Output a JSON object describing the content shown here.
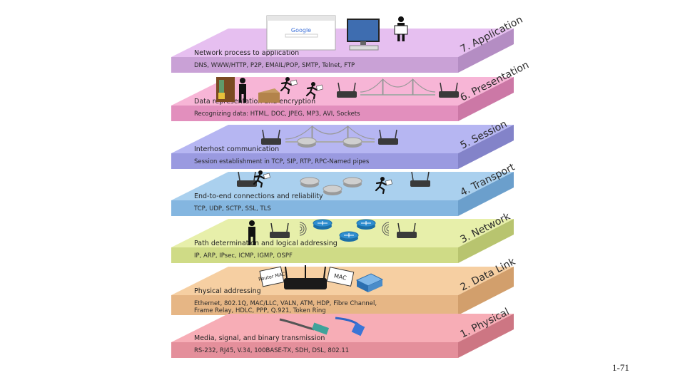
{
  "layers": [
    {
      "name": "7. Application",
      "title": "Network process to application",
      "protocols": [
        "DNS, WWW/HTTP, P2P, EMAIL/POP, SMTP, Telnet, FTP"
      ],
      "colors": {
        "top": "#e6bff0",
        "front": "#c9a1d6",
        "side": "#b48dc3"
      }
    },
    {
      "name": "6. Presentation",
      "title": "Data representation and encryption",
      "protocols": [
        "Recognizing data: HTML, DOC, JPEG, MP3, AVI, Sockets"
      ],
      "colors": {
        "top": "#f7b5d6",
        "front": "#e28fbd",
        "side": "#cc78a6"
      }
    },
    {
      "name": "5. Session",
      "title": "Interhost communication",
      "protocols": [
        "Session establishment in TCP, SIP, RTP, RPC-Named pipes"
      ],
      "colors": {
        "top": "#b6b6f2",
        "front": "#9a9ae0",
        "side": "#8383c9"
      }
    },
    {
      "name": "4. Transport",
      "title": "End-to-end connections and reliability",
      "protocols": [
        "TCP, UDP, SCTP, SSL, TLS"
      ],
      "colors": {
        "top": "#aad0ee",
        "front": "#84b6e0",
        "side": "#6b9fcc"
      }
    },
    {
      "name": "3. Network",
      "title": "Path determination and logical addressing",
      "protocols": [
        "IP, ARP, IPsec, ICMP, IGMP, OSPF"
      ],
      "colors": {
        "top": "#e7efaa",
        "front": "#cfdb86",
        "side": "#b8c46f"
      }
    },
    {
      "name": "2. Data Link",
      "title": "Physical addressing",
      "protocols": [
        "Ethernet, 802.1Q, MAC/LLC, VALN, ATM, HDP, Fibre Channel,",
        "Frame Relay, HDLC, PPP, Q.921, Token Ring"
      ],
      "colors": {
        "top": "#f6cfa2",
        "front": "#e6b685",
        "side": "#d29f6c"
      }
    },
    {
      "name": "1. Physical",
      "title": "Media, signal, and binary transmission",
      "protocols": [
        "RS-232, RJ45, V.34, 100BASE-TX, SDH, DSL, 802.11"
      ],
      "colors": {
        "top": "#f7adb6",
        "front": "#e48f9b",
        "side": "#cd7683"
      }
    }
  ],
  "illustrations": {
    "browser_logo": "Google",
    "label_router_mac": "Router MAC",
    "label_mac": "MAC"
  },
  "icons": [
    "computer-icon",
    "user-icon",
    "door-icon",
    "box-icon",
    "runner-icon",
    "router-icon",
    "bridge-icon",
    "wifi-icon",
    "switch-icon",
    "cable-icon"
  ],
  "slide_number": "1-71"
}
